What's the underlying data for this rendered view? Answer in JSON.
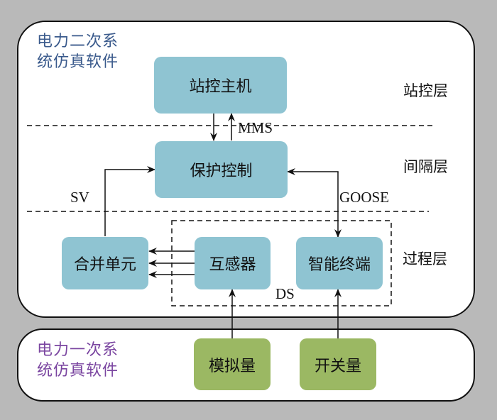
{
  "panels": {
    "secondary": {
      "title": "电力二次系\n统仿真软件",
      "title_line1": "电力二次系",
      "title_line2": "统仿真软件",
      "title_color": "#3a5a8c"
    },
    "primary": {
      "title_line1": "电力一次系",
      "title_line2": "统仿真软件",
      "title_color": "#7a45a0"
    }
  },
  "layers": {
    "station": "站控层",
    "bay": "间隔层",
    "process": "过程层"
  },
  "nodes": {
    "station_host": "站控主机",
    "protection_control": "保护控制",
    "merging_unit": "合并单元",
    "transformer": "互感器",
    "smart_terminal": "智能终端",
    "analog": "模拟量",
    "switch": "开关量"
  },
  "protocols": {
    "mms": "MMS",
    "sv": "SV",
    "goose": "GOOSE",
    "ds": "DS"
  },
  "colors": {
    "device_box": "#8fc4d2",
    "primary_box": "#9bb863",
    "background": "#b9b9b9"
  }
}
